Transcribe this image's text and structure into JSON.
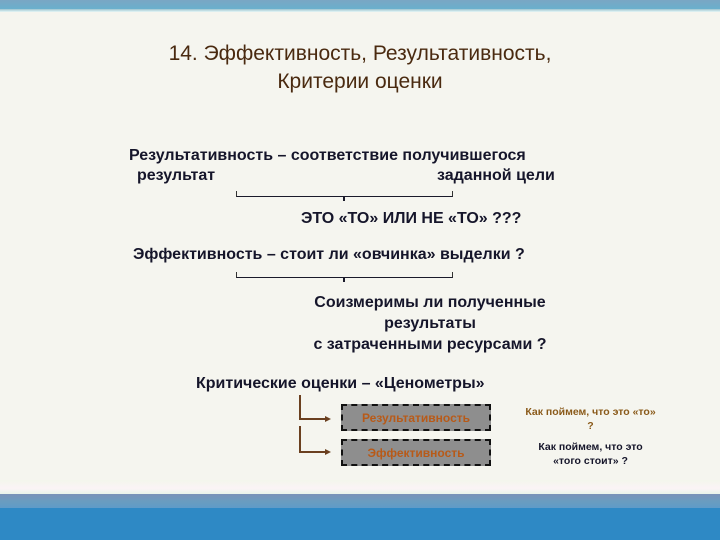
{
  "title": {
    "line1": "14. Эффективность, Результативность,",
    "line2": "Критерии оценки"
  },
  "definitions": {
    "result_line1": "Результативность – соответствие получившегося",
    "result_left": "результат",
    "result_right": "заданной цели",
    "result_question": "ЭТО «ТО» ИЛИ НЕ «ТО» ???",
    "efficiency_line": "Эффективность – стоит ли «овчинка» выделки ?",
    "efficiency_q1": "Соизмеримы ли полученные",
    "efficiency_q2": "результаты",
    "efficiency_q3": "с затраченными ресурсами ?"
  },
  "criteria": {
    "heading": "Критические оценки – «Ценометры»",
    "boxes": [
      {
        "label": "Результативность",
        "note_line1": "Как поймем, что это «то»",
        "note_line2": "?"
      },
      {
        "label": "Эффективность",
        "note_line1": "Как поймем, что это",
        "note_line2": "«того стоит» ?"
      }
    ]
  },
  "colors": {
    "title": "#4a2a10",
    "body_text": "#15152a",
    "box_fill": "#8e8e8e",
    "box_text": "#b85a18",
    "note1": "#8a5a1a",
    "note2": "#15152a",
    "band_blue": "#2e89c5",
    "background": "#f5f5ef"
  }
}
